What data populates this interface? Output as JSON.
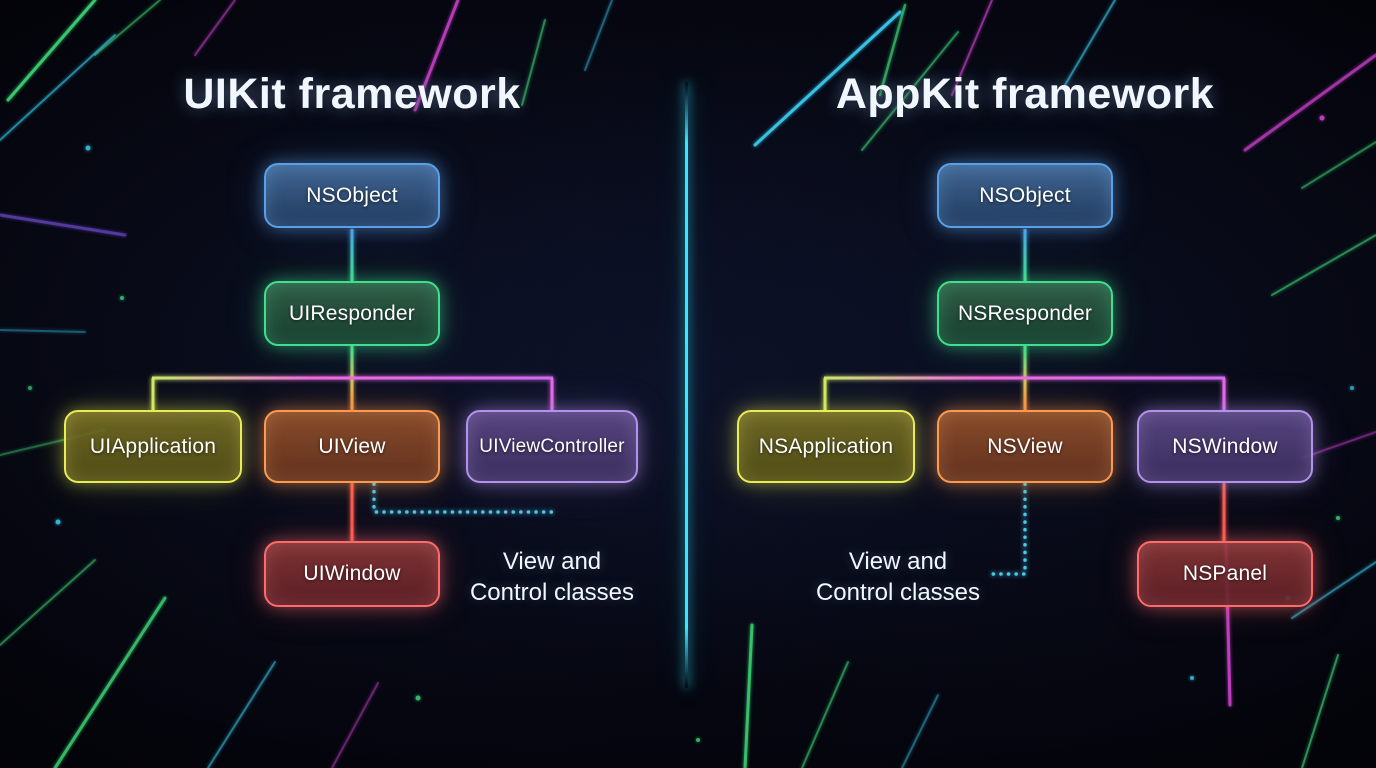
{
  "left": {
    "title": "UIKit framework",
    "nodes": {
      "nsobject": "NSObject",
      "responder": "UIResponder",
      "application": "UIApplication",
      "view": "UIView",
      "viewcontroller": "UIViewController",
      "window": "UIWindow"
    },
    "annotation": {
      "line1": "View and",
      "line2": "Control classes"
    }
  },
  "right": {
    "title": "AppKit framework",
    "nodes": {
      "nsobject": "NSObject",
      "responder": "NSResponder",
      "application": "NSApplication",
      "view": "NSView",
      "window": "NSWindow",
      "panel": "NSPanel"
    },
    "annotation": {
      "line1": "View and",
      "line2": "Control classes"
    }
  },
  "colors": {
    "node-blue": "#5aa0e8",
    "node-green": "#3fe08d",
    "node-yellow": "#e9ed55",
    "node-orange": "#ff9a4d",
    "node-purple": "#b292ea",
    "node-red": "#ff6b6b",
    "divider": "#35e8ff",
    "line-dotted": "#49c8e8"
  }
}
